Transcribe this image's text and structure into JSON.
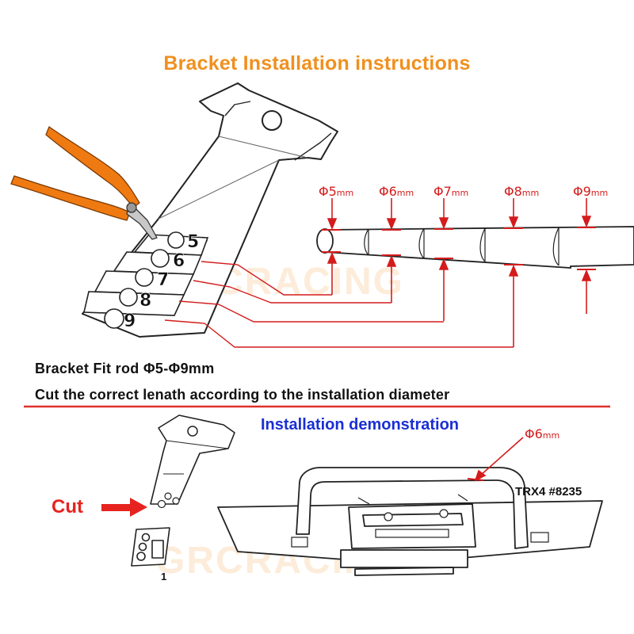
{
  "title": "Bracket Installation instructions",
  "diameters": [
    {
      "symbol": "Φ",
      "value": "5",
      "unit": "mm"
    },
    {
      "symbol": "Φ",
      "value": "6",
      "unit": "mm"
    },
    {
      "symbol": "Φ",
      "value": "7",
      "unit": "mm"
    },
    {
      "symbol": "Φ",
      "value": "8",
      "unit": "mm"
    },
    {
      "symbol": "Φ",
      "value": "9",
      "unit": "mm"
    }
  ],
  "bracket_numbers": [
    "5",
    "6",
    "7",
    "8",
    "9"
  ],
  "fit_text": "Bracket Fit rod Φ5-Φ9mm",
  "cut_text": "Cut the correct lenath according to the installation diameter",
  "demo_title": "Installation demonstration",
  "demo_diameter": {
    "symbol": "Φ",
    "value": "6",
    "unit": "mm"
  },
  "cut_label": "Cut",
  "model_label": "TRX4 #8235",
  "step_number": "1",
  "watermark": "GRCRACING",
  "colors": {
    "title": "#f0901f",
    "annotation_red": "#d41c1c",
    "demo_blue": "#1a2fd4",
    "pliers": "#f07a12",
    "watermark": "#f0aa50"
  }
}
